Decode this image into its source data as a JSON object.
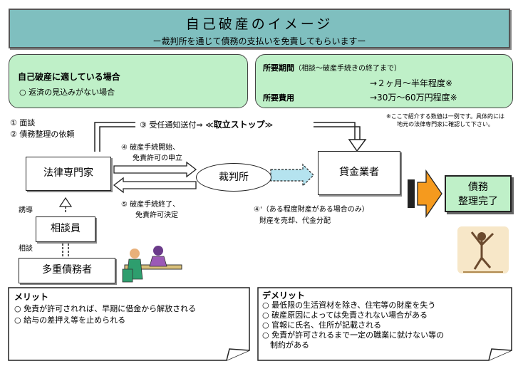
{
  "header": {
    "title": "自己破産のイメージ",
    "subtitle": "ー裁判所を通じて債務の支払いを免責してもらいますー"
  },
  "suitable": {
    "heading": "自己破産に適している場合",
    "item": "○ 返済の見込みがない場合"
  },
  "requirements": {
    "period_label": "所要期間",
    "period_note": "（相談～破産手続きの終了まで）",
    "period_value": "→２ヶ月～半年程度※",
    "cost_label": "所要費用",
    "cost_value": "→30万～60万円程度※"
  },
  "footnote": [
    "※ここで紹介する数値は一例です。具体的には",
    "地元の法律専門家に確認して下さい。"
  ],
  "steps": {
    "step1a": "① 面談",
    "step1b": "② 債務整理の依頼",
    "step3": "③ 受任通知送付⇒ ≪",
    "step3_bold": "取立ストップ",
    "step3_end": "≫",
    "step4a": "④ 破産手続開始、",
    "step4b": "免責許可の申立",
    "step5a": "⑤ 破産手続終了、",
    "step5b": "免責許可決定",
    "step4pa": "④'（ある程度財産がある場合のみ）",
    "step4pb": "財産を売却、代金分配",
    "induce": "誘導",
    "consult": "相談"
  },
  "nodes": {
    "lawyer": "法律専門家",
    "court": "裁判所",
    "lender": "貸金業者",
    "counselor": "相談員",
    "debtor": "多重債務者",
    "done_line1": "債務",
    "done_line2": "整理完了"
  },
  "merits": {
    "heading": "メリット",
    "items": [
      "○ 免責が許可されれば、早期に借金から解放される",
      "○ 給与の差押え等を止められる"
    ]
  },
  "demerits": {
    "heading": "デメリット",
    "items": [
      "○ 最低限の生活資材を除き、住宅等の財産を失う",
      "○ 破産原因によっては免責されない場合がある",
      "○ 官報に氏名、住所が記載される",
      "○ 免責が許可されるまで一定の職業に就けない等の",
      "　制約がある"
    ]
  },
  "colors": {
    "title_bg": "#7fbfbf",
    "green_bg": "#bff0c8",
    "done_bg": "#bff0c8",
    "arrow_orange": "#f59a1e",
    "arrow_lightblue": "#b5e3ef"
  }
}
